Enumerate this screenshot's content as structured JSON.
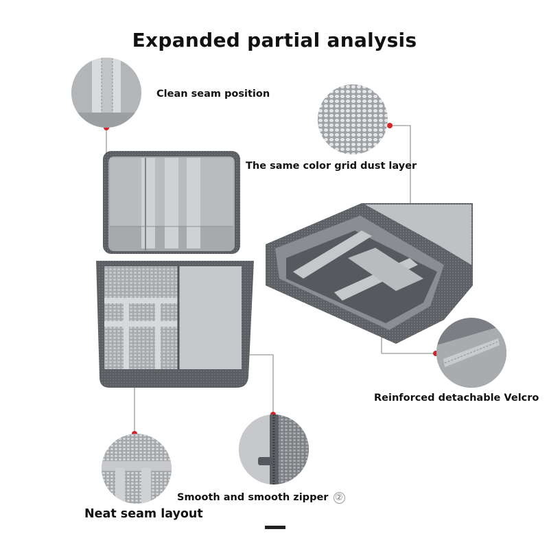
{
  "title": "Expanded partial analysis",
  "callouts": {
    "clean_seam": "Clean seam position",
    "grid_dust": "The same color grid dust layer",
    "velcro": "Reinforced detachable Velcro",
    "zipper": "Smooth and smooth zipper",
    "zipper_number": "②",
    "neat_seam": "Neat seam layout"
  },
  "colors": {
    "accent": "#d6232a",
    "fabric": "#5a5d62",
    "lining": "#b8bbbf"
  }
}
